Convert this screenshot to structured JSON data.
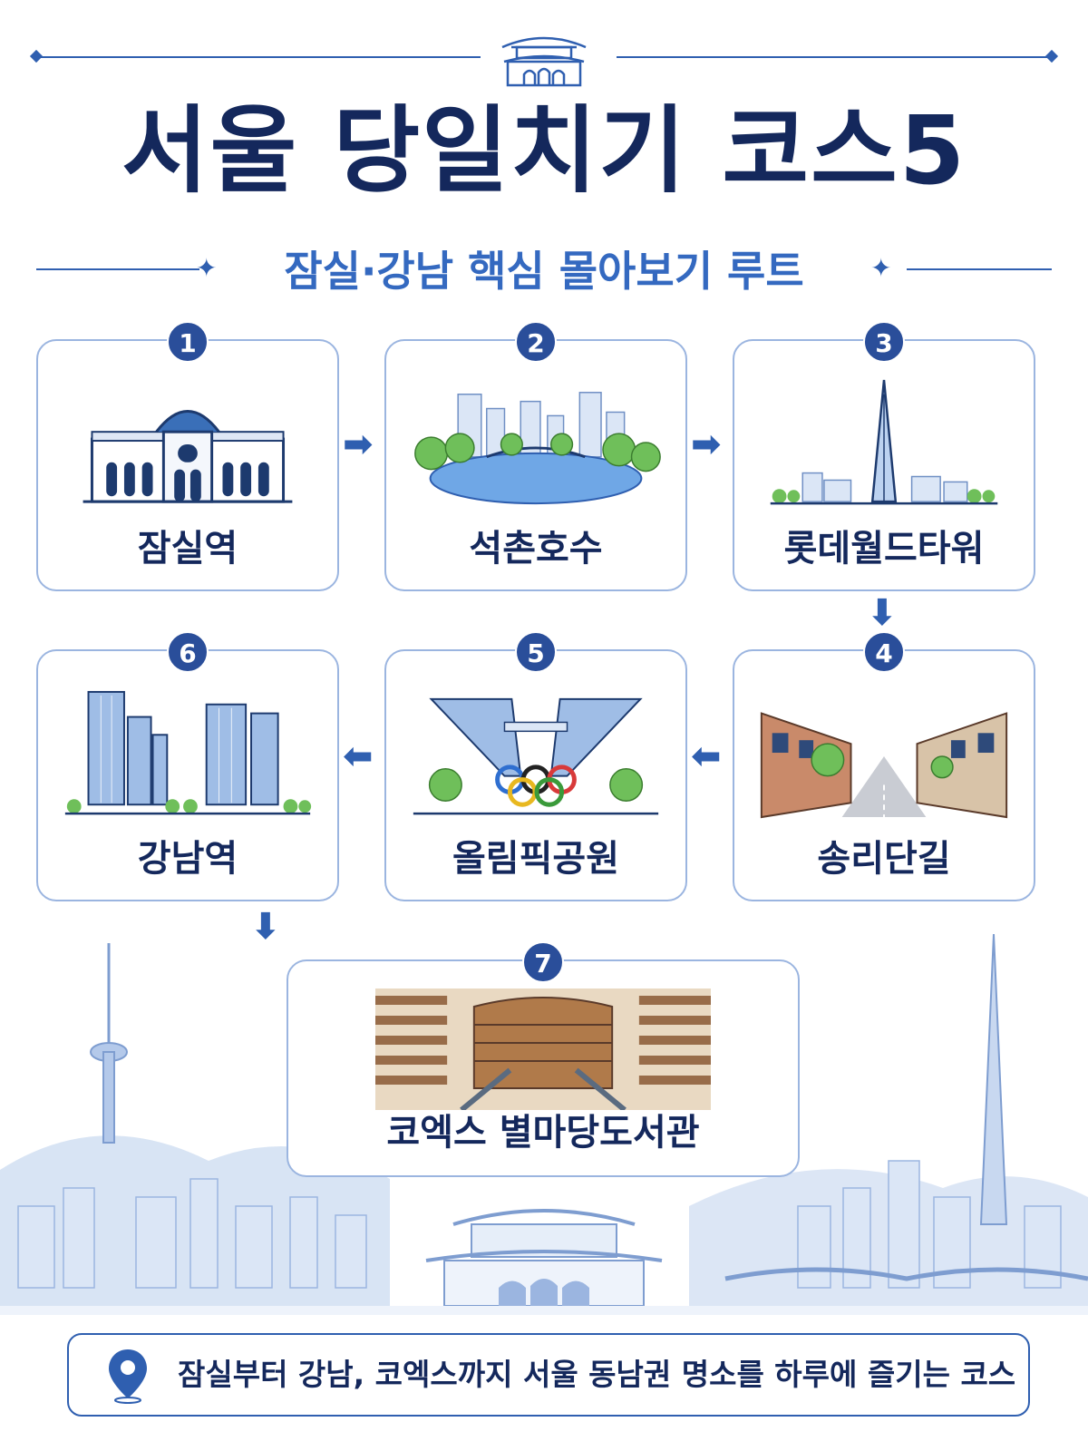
{
  "header": {
    "title": "서울 당일치기 코스5",
    "subtitle": "잠실·강남 핵심 몰아보기 루트",
    "sparkle_glyph": "✦"
  },
  "arrows": {
    "right": "➡",
    "left": "⬅",
    "down": "⬇"
  },
  "steps": [
    {
      "number": "1",
      "label": "잠실역",
      "icon": "classical-station-icon"
    },
    {
      "number": "2",
      "label": "석촌호수",
      "icon": "lake-park-icon"
    },
    {
      "number": "3",
      "label": "롯데월드타워",
      "icon": "skyscraper-tower-icon"
    },
    {
      "number": "4",
      "label": "송리단길",
      "icon": "street-shops-icon"
    },
    {
      "number": "5",
      "label": "올림픽공원",
      "icon": "olympic-gate-icon"
    },
    {
      "number": "6",
      "label": "강남역",
      "icon": "office-towers-icon"
    },
    {
      "number": "7",
      "label": "코엑스 별마당도서관",
      "icon": "library-icon"
    }
  ],
  "footer": {
    "text": "잠실부터 강남, 코엑스까지 서울 동남권 명소를 하루에 즐기는 코스",
    "icon": "location-pin-icon"
  },
  "colors": {
    "navy": "#14285c",
    "accent_blue": "#2f5fb0",
    "subtitle_blue": "#3469c0",
    "badge": "#2a4e9a",
    "card_border": "#9bb5e0"
  }
}
